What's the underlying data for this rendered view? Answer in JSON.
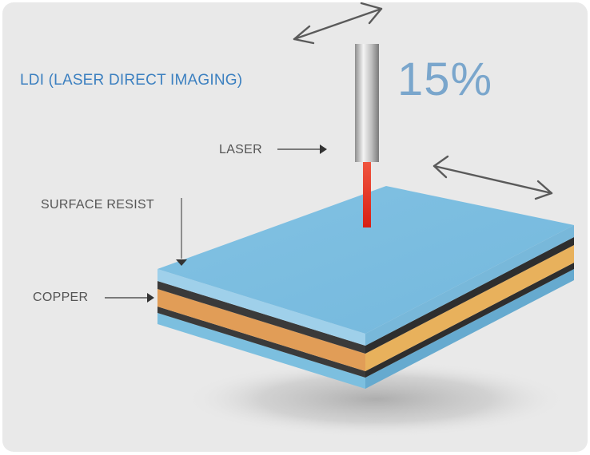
{
  "title": "LDI (LASER DIRECT IMAGING)",
  "percentage": "15%",
  "labels": {
    "laser": "LASER",
    "surface_resist": "SURFACE RESIST",
    "copper": "COPPER"
  },
  "colors": {
    "background": "#e9e9e9",
    "title": "#3c80c0",
    "percentage": "#7aa6cc",
    "resist_blue": "#7dbde0",
    "copper_orange": "#e0a25a",
    "dark_layer": "#3a3a3a",
    "laser_beam": "#e52a1e"
  }
}
